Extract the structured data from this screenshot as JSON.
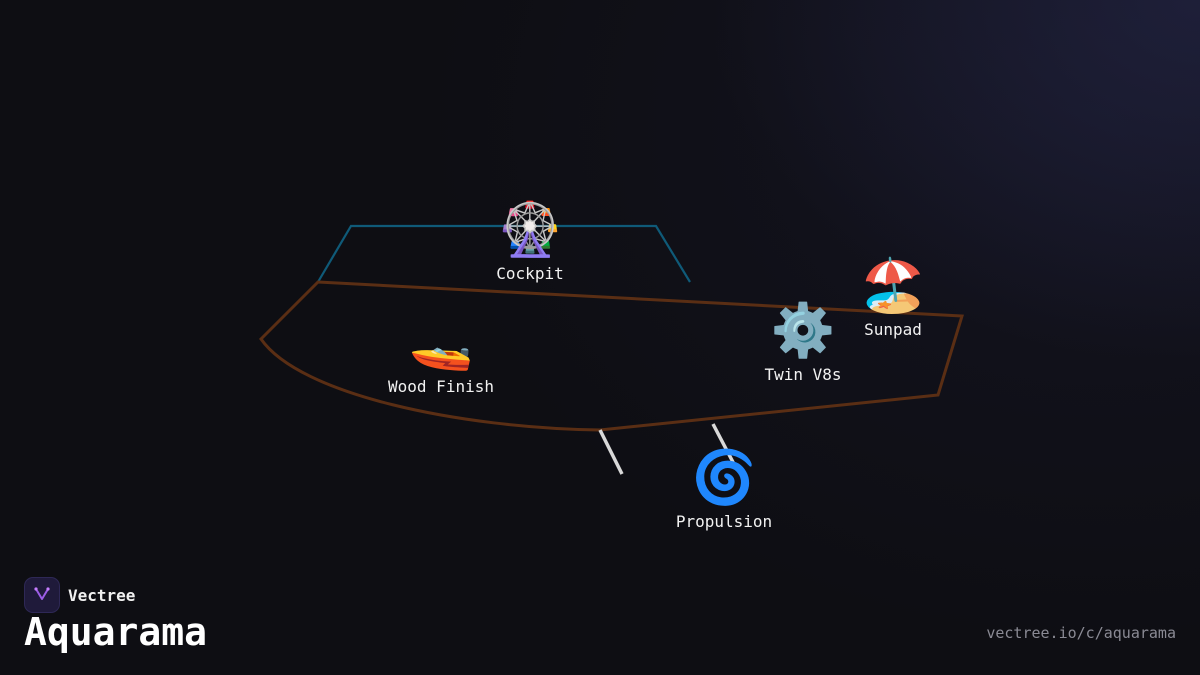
{
  "diagram": {
    "nodes": [
      {
        "id": "cockpit",
        "emoji": "🎡",
        "label": "Cockpit"
      },
      {
        "id": "wood-finish",
        "emoji": "🚤",
        "label": "Wood Finish"
      },
      {
        "id": "twin-v8s",
        "emoji": "⚙️",
        "label": "Twin V8s"
      },
      {
        "id": "sunpad",
        "emoji": "🏖️",
        "label": "Sunpad"
      },
      {
        "id": "propulsion",
        "emoji": "🌀",
        "label": "Propulsion"
      }
    ],
    "colors": {
      "hull": "#5a2e14",
      "windshield": "#0f5a78",
      "struts": "#d9d9d9"
    }
  },
  "brand": {
    "name": "Vectree"
  },
  "page": {
    "title": "Aquarama",
    "url": "vectree.io/c/aquarama"
  }
}
